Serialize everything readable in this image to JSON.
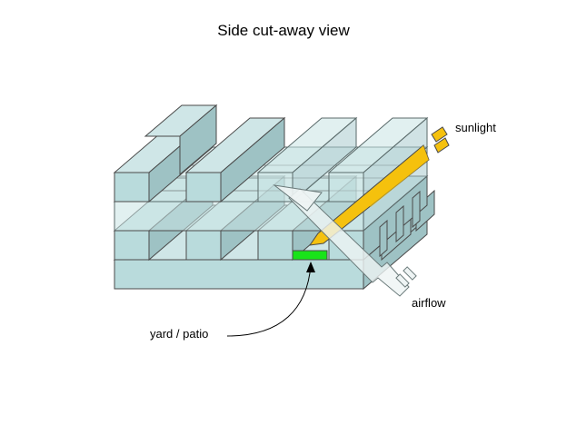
{
  "diagram": {
    "title": "Side cut-away view",
    "labels": {
      "sunlight": "sunlight",
      "airflow": "airflow",
      "yard": "yard / patio"
    },
    "colors": {
      "block_front": "#b9dbdc",
      "block_top": "#cfe6e7",
      "block_side": "#9ec2c4",
      "outline": "#4a4a4a",
      "sunlight": "#f5c10e",
      "yard": "#19e319",
      "airflow": "#eef4f4"
    }
  }
}
